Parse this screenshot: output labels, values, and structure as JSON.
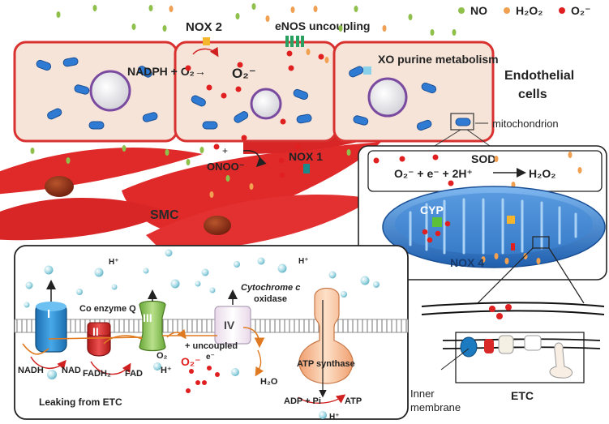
{
  "legend": {
    "no_label": "NO",
    "h2o2_label": "H₂O₂",
    "o2minus_label": "O₂⁻"
  },
  "colors": {
    "no": "#8fc04c",
    "h2o2": "#f0a050",
    "o2minus": "#e02020",
    "cell_border": "#d93030",
    "cell_fill": "#f7e4d8",
    "smc": "#e02a2a",
    "nucleus_smc": "#8a2a14",
    "mito_blue": "#2f7bd4",
    "nucleus_rim": "#7a4aa0"
  },
  "top": {
    "nox2": "NOX 2",
    "enos": "eNOS uncoupling",
    "nadph_eq": "NADPH + O₂→",
    "o2_product": "O₂⁻",
    "xo": "XO purine metabolism",
    "endothelial_line1": "Endothelial",
    "endothelial_line2": "cells",
    "mitochondrion": "mitochondrion",
    "nox1": "NOX 1",
    "plus": "+",
    "onoo": "ONOO⁻",
    "smc": "SMC"
  },
  "mito_panel": {
    "sod": "SOD",
    "sod_eq": "O₂⁻ + e⁻ + 2H⁺",
    "sod_product": "H₂O₂",
    "cyp": "CYP",
    "nox4": "NOX 4"
  },
  "etc_zoom": {
    "inner_membrane_line1": "Inner",
    "inner_membrane_line2": "membrane",
    "etc": "ETC"
  },
  "etc_panel": {
    "complex_I": "I",
    "complex_II": "II",
    "complex_III": "III",
    "complex_IV": "IV",
    "coenzyme_q": "Co enzyme Q",
    "cytochrome_line1": "Cytochrome c",
    "cytochrome_line2": "oxidase",
    "uncoupled": "+ uncoupled",
    "e_minus": "e⁻",
    "o2": "O₂",
    "o2minus": "O₂⁻",
    "h_plus": "H⁺",
    "nadh": "NADH",
    "nad": "NAD",
    "fadh2": "FADH₂",
    "fad": "FAD",
    "h2o": "H₂O",
    "atp_synthase": "ATP synthase",
    "adp_pi": "ADP + Pi",
    "atp": "ATP",
    "leaking": "Leaking from ETC"
  }
}
